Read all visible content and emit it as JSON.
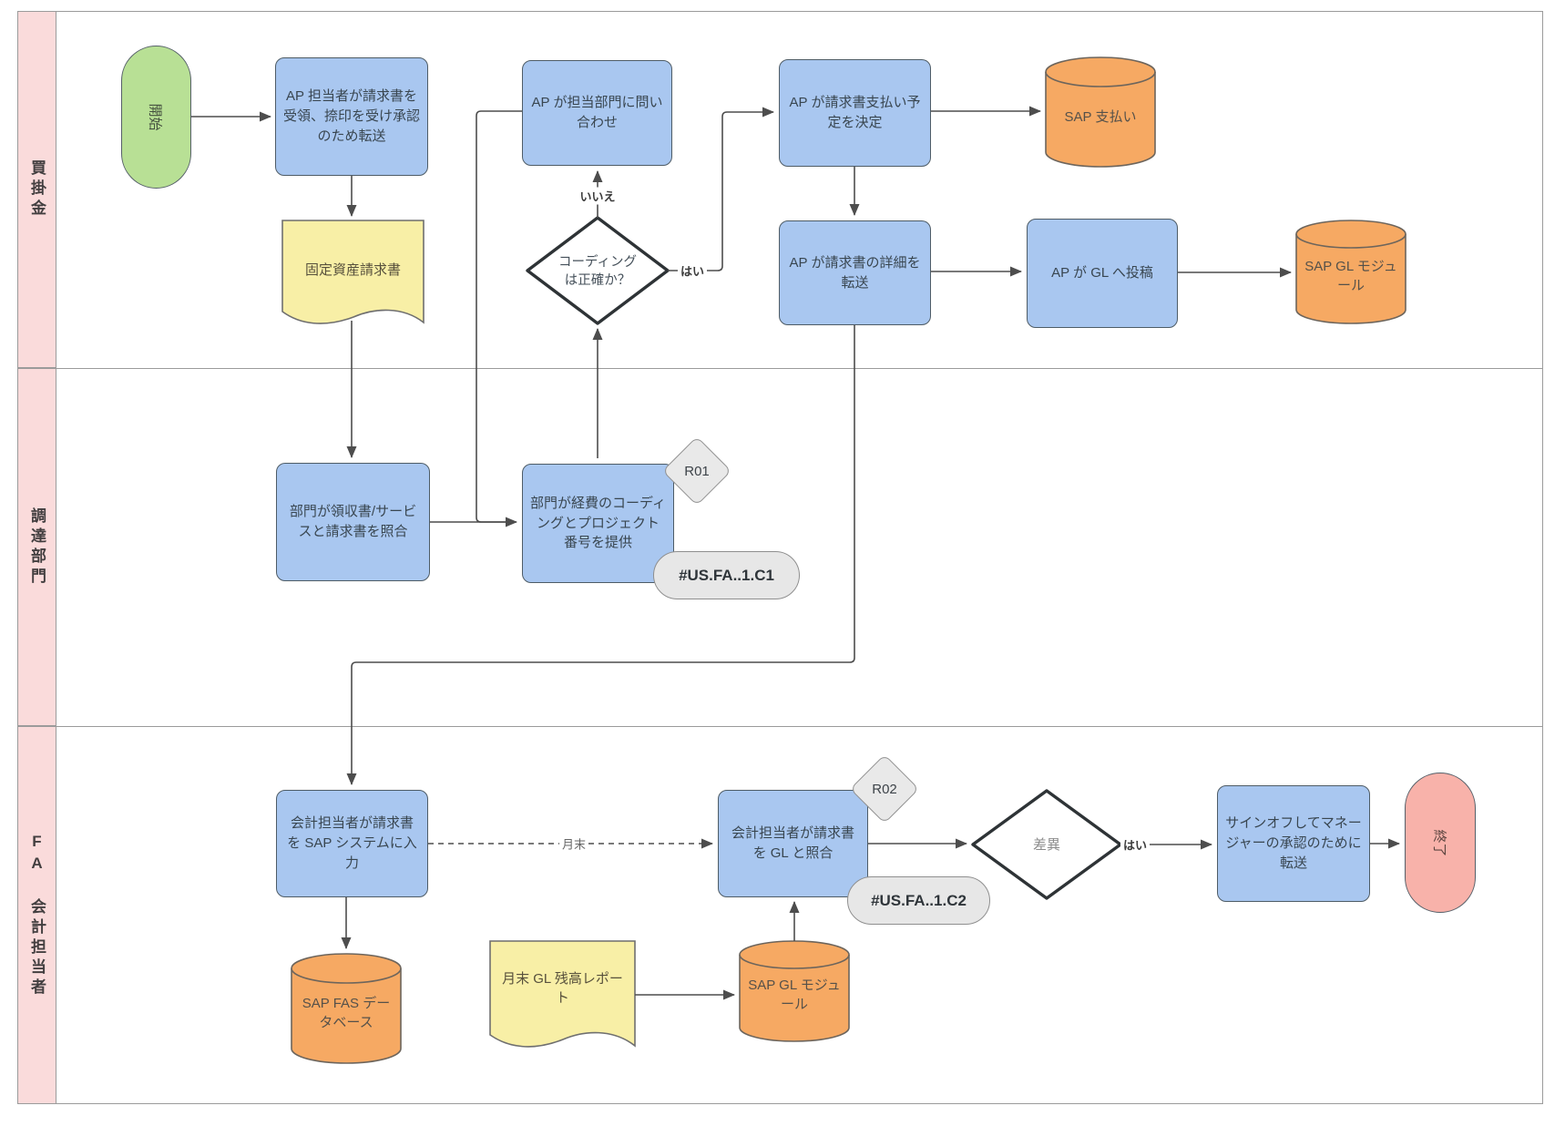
{
  "diagram": {
    "lanes": [
      {
        "label": "買掛金"
      },
      {
        "label": "調達部門"
      },
      {
        "label": "FA 会計担当者"
      }
    ],
    "nodes": {
      "start": {
        "label": "開始"
      },
      "ap_receive": {
        "label": "AP 担当者が請求書を受領、捺印を受け承認のため転送"
      },
      "fixed_asset_invoice": {
        "label": "固定資産請求書"
      },
      "ap_inquiry": {
        "label": "AP が担当部門に問い合わせ"
      },
      "coding_correct": {
        "label": "コーディングは正確か？"
      },
      "ap_schedule_payment": {
        "label": "AP が請求書支払い予定を決定"
      },
      "sap_payment": {
        "label": "SAP 支払い"
      },
      "ap_forward_details": {
        "label": "AP が請求書の詳細を転送"
      },
      "ap_post_gl": {
        "label": "AP が GL へ投稿"
      },
      "sap_gl_module_top": {
        "label": "SAP GL モジュール"
      },
      "dept_match": {
        "label": "部門が領収書/サービスと請求書を照合"
      },
      "dept_coding": {
        "label": "部門が経費のコーディングとプロジェクト番号を提供"
      },
      "acct_enter_sap": {
        "label": "会計担当者が請求書を SAP システムに入力"
      },
      "sap_fas_db": {
        "label": "SAP FAS データベース"
      },
      "month_end_report": {
        "label": "月末 GL 残高レポート"
      },
      "sap_gl_module_bottom": {
        "label": "SAP GL モジュール"
      },
      "acct_reconcile": {
        "label": "会計担当者が請求書を GL と照合"
      },
      "discrepancy": {
        "label": "差異"
      },
      "sign_off": {
        "label": "サインオフしてマネージャーの承認のために転送"
      },
      "end": {
        "label": "終了"
      }
    },
    "badges": {
      "r01": "R01",
      "r02": "R02",
      "control1": "#US.FA..1.C1",
      "control2": "#US.FA..1.C2"
    },
    "edge_labels": {
      "no": "いいえ",
      "yes_coding": "はい",
      "yes_discrepancy": "はい",
      "month_end": "月末"
    },
    "colors": {
      "process_fill": "#a9c7f0",
      "process_stroke": "#4e5c66",
      "start_fill": "#b8e095",
      "end_fill": "#f8b2aa",
      "datastore_fill": "#f6a963",
      "document_fill": "#f8efa6",
      "lane_fill": "#fadbdb",
      "badge_fill": "#e9e9e9",
      "decision_stroke": "#2e3336",
      "connector": "#4d4d4d"
    }
  }
}
